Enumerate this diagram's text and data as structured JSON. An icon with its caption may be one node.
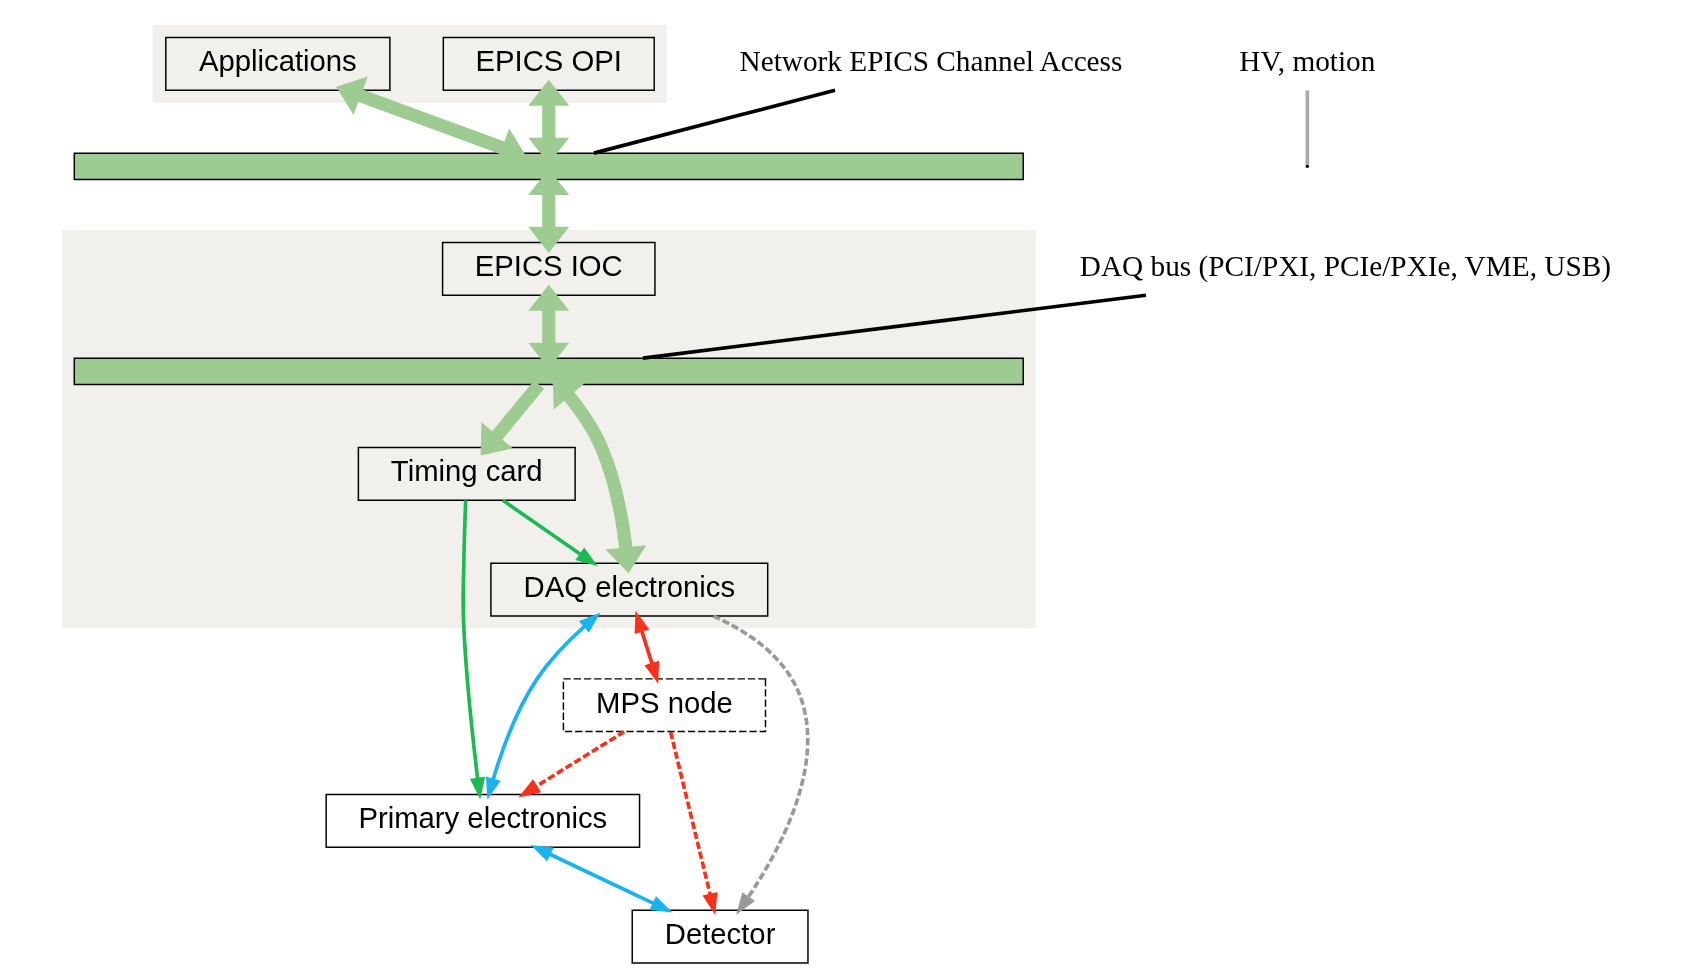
{
  "diagram": {
    "nodes": [
      {
        "text": [],
        "shape": "box"
      },
      {
        "text": [
          "Applications"
        ],
        "in": 0
      },
      {
        "text": [
          "EPICS OPI"
        ],
        "in": 0
      },
      {
        "text": [],
        "shape": "bar"
      },
      {
        "text": [],
        "shape": "box"
      },
      {
        "text": [
          "EPICS IOC"
        ],
        "in": 4
      },
      {
        "text": [],
        "shape": "bar",
        "in": 4
      },
      {
        "text": [
          "Timing card"
        ],
        "in": 4
      },
      {
        "text": [
          "DAQ electronics"
        ],
        "in": 4
      },
      {
        "text": [
          "Primary electronics"
        ]
      },
      {
        "text": [
          "Detector"
        ]
      },
      {
        "text": [
          "MPS node"
        ]
      },
      {
        "text": [
          "Network EPICS Channel Access"
        ]
      },
      {
        "text": [
          "DAQ bus (PCI/PXI, PCIe/PXIe, VME, USB)"
        ]
      },
      {
        "text": [
          "HV, motion"
        ]
      }
    ],
    "edges": [
      {
        "from": 1,
        "to": 3,
        "arrow": "both",
        "style": "thick",
        "color": "#9ecb91"
      },
      {
        "from": 2,
        "to": 3,
        "arrow": "both",
        "style": "thick",
        "color": "#9ecb91"
      },
      {
        "from": 3,
        "to": 5,
        "arrow": "both",
        "style": "thick",
        "color": "#9ecb91"
      },
      {
        "from": 5,
        "to": 6,
        "arrow": "both",
        "style": "thick",
        "color": "#9ecb91"
      },
      {
        "from": 6,
        "to": 7,
        "arrow": "to",
        "style": "thick",
        "color": "#9ecb91"
      },
      {
        "from": 6,
        "to": 8,
        "arrow": "both",
        "style": "thick",
        "color": "#9ecb91"
      },
      {
        "from": 7,
        "to": 8,
        "arrow": "to",
        "color": "#1db954"
      },
      {
        "from": 7,
        "to": 9,
        "arrow": "to",
        "color": "#1db954"
      },
      {
        "from": 8,
        "to": 9,
        "arrow": "both",
        "color": "#1ab2ef"
      },
      {
        "from": 9,
        "to": 10,
        "arrow": "both",
        "color": "#1ab2ef"
      },
      {
        "from": 8,
        "to": 11,
        "arrow": "both",
        "color": "#f6321c"
      },
      {
        "from": 11,
        "to": 9,
        "arrow": "to",
        "style": "dashed",
        "color": "#f6321c"
      },
      {
        "from": 11,
        "to": 10,
        "arrow": "to",
        "style": "dashed",
        "color": "#f6321c"
      },
      {
        "from": 8,
        "to": 10,
        "arrow": "to",
        "style": "dashed",
        "color": "#999999"
      },
      {
        "from": 12,
        "to": 3,
        "arrow": "none",
        "color": "#000000"
      },
      {
        "from": 13,
        "to": 6,
        "arrow": "none",
        "color": "#000000"
      },
      {
        "from": 14,
        "to": null,
        "arrow": "none",
        "color": "#aaaaaa"
      }
    ]
  }
}
